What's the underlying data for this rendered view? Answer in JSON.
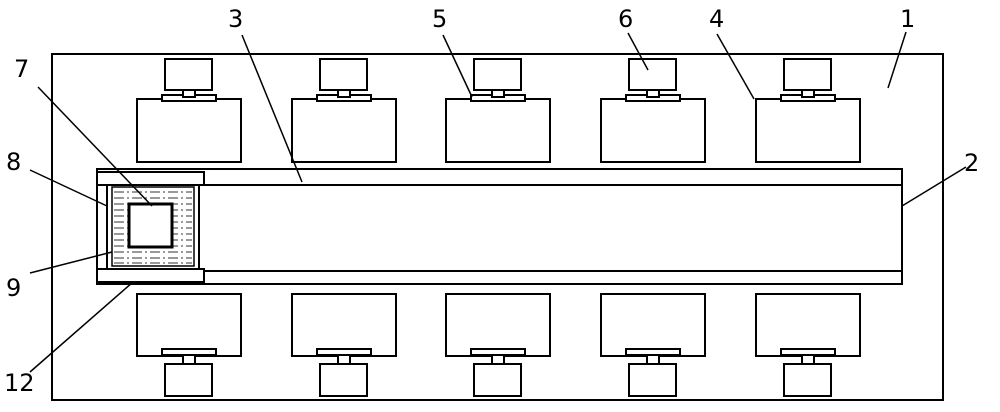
{
  "labels": {
    "l1": "1",
    "l2": "2",
    "l3": "3",
    "l4": "4",
    "l5": "5",
    "l6": "6",
    "l7": "7",
    "l8": "8",
    "l9": "9",
    "l12": "12"
  },
  "colors": {
    "stroke": "#000000",
    "fill": "#ffffff",
    "hatch": "#333333"
  }
}
